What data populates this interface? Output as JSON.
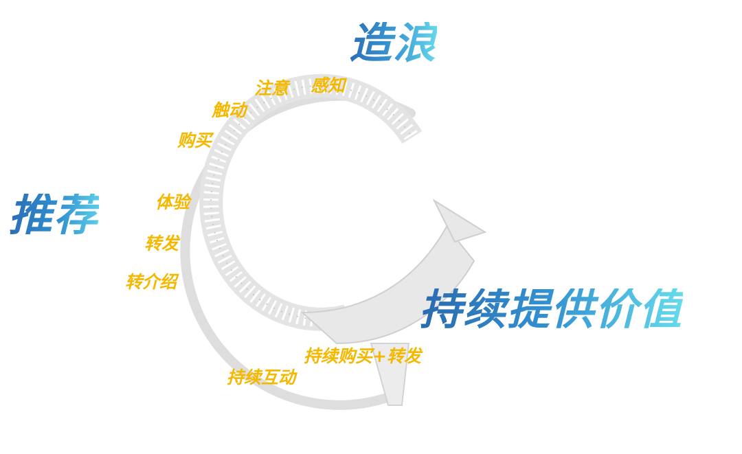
{
  "titles": {
    "top": "造浪",
    "left": "推荐",
    "bottom_right": "持续提供价值"
  },
  "steps": [
    "注意",
    "感知",
    "触动",
    "购买",
    "体验",
    "转发",
    "转介绍",
    "持续购买+转发",
    "持续互动"
  ],
  "colors": {
    "title_gradient_start": "#2a6ab0",
    "title_gradient_end": "#66dbeb",
    "step_text": "#f5b800",
    "arrow_fill": "#e9e9e9",
    "arrow_outline": "#cfcfcf"
  }
}
